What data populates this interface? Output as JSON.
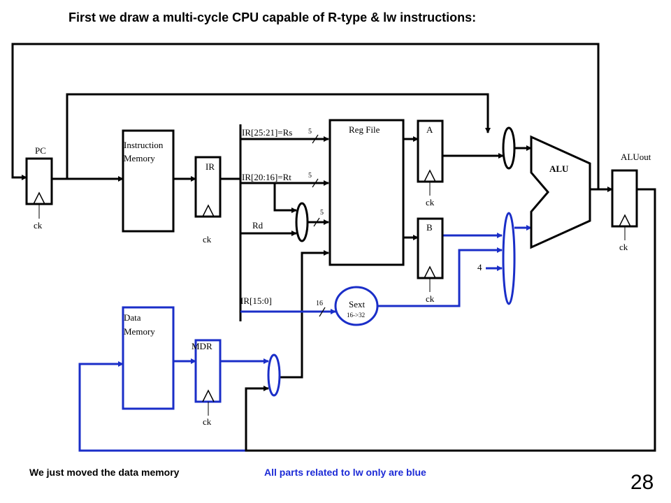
{
  "title": "First we draw a multi-cycle CPU capable of R-type & lw instructions:",
  "footer": {
    "left_note": "We just moved the data memory",
    "right_note": "All parts related to lw only are blue",
    "slide_number": "28"
  },
  "labels": {
    "pc": "PC",
    "ck": "ck",
    "instruction_memory_1": "Instruction",
    "instruction_memory_2": "Memory",
    "ir": "IR",
    "reg_file": "Reg File",
    "a": "A",
    "b": "B",
    "alu": "ALU",
    "aluout": "ALUout",
    "rs_field": "IR[25:21]=Rs",
    "rt_field": "IR[20:16]=Rt",
    "rd_field": "Rd",
    "imm_field": "IR[15:0]",
    "width_5": "5",
    "width_16": "16",
    "sext": "Sext",
    "sext_sub": "16->32",
    "const_4": "4",
    "data_memory_1": "Data",
    "data_memory_2": "Memory",
    "mdr": "MDR"
  },
  "colors": {
    "black": "#000000",
    "blue": "#1a2ec8",
    "footer_blue": "#1d2bd6"
  }
}
